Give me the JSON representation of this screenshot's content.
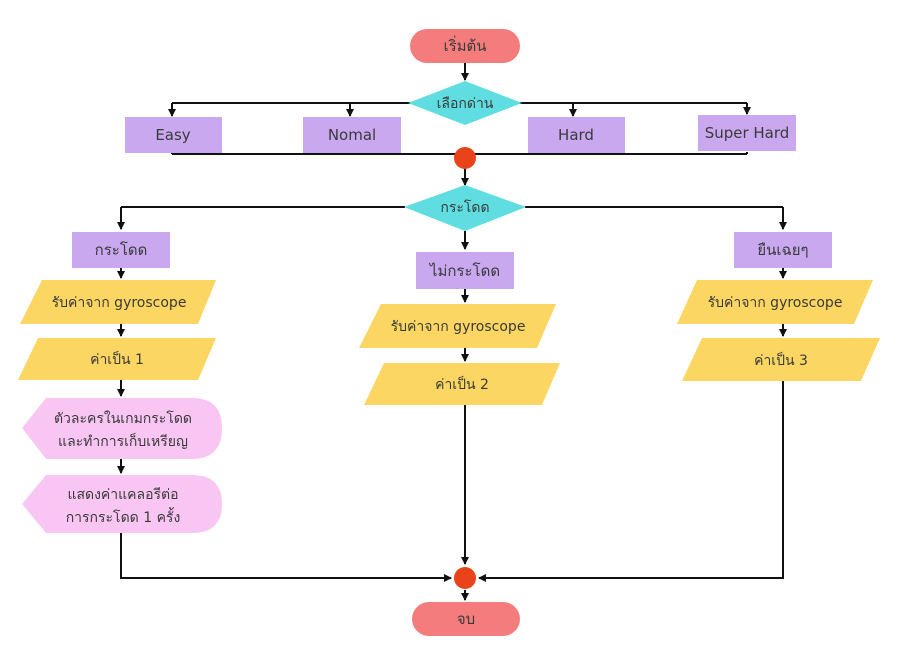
{
  "colors": {
    "terminal": "#f47c7c",
    "decision": "#5fdde0",
    "process": "#c9a8ef",
    "io": "#fcd662",
    "display": "#f9c6f4",
    "junction": "#e8431a",
    "line": "#111111",
    "text": "#3a3a3a"
  },
  "nodes": {
    "start": "เริ่มต้น",
    "select_level": "เลือกด่าน",
    "level_easy": "Easy",
    "level_nomal": "Nomal",
    "level_hard": "Hard",
    "level_super_hard": "Super Hard",
    "jump_decision": "กระโดด",
    "branch_jump": "กระโดด",
    "branch_no_jump": "ไม่กระโดด",
    "branch_stand": "ยืนเฉยๆ",
    "gyro_left": "รับค่าจาก gyroscope",
    "gyro_mid": "รับค่าจาก gyroscope",
    "gyro_right": "รับค่าจาก gyroscope",
    "value_1": "ค่าเป็น 1",
    "value_2": "ค่าเป็น 2",
    "value_3": "ค่าเป็น 3",
    "character_line1": "ตัวละครในเกมกระโดด",
    "character_line2": "และทำการเก็บเหรียญ",
    "calorie_line1": "แสดงค่าแคลอรีต่อ",
    "calorie_line2": "การกระโดด 1 ครั้ง",
    "end": "จบ"
  }
}
